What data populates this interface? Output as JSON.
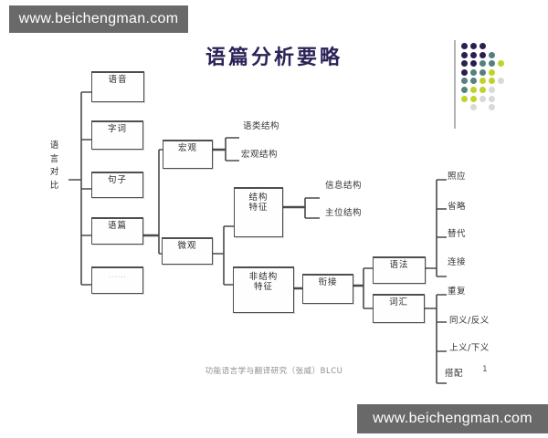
{
  "watermarks": {
    "top_left": "www.beichengman.com",
    "bottom_right": "www.beichengman.com"
  },
  "slide": {
    "title": "语篇分析要略",
    "side_label": "语言对比",
    "caption": "功能语言学与翻译研究（张威）BLCU",
    "page_number": "1"
  },
  "diagram": {
    "boxes": {
      "yuyin": "语音",
      "zici": "字词",
      "juzi": "句子",
      "yupian": "语篇",
      "placeholder": "……",
      "hongguan": "宏观",
      "weiguan": "微观",
      "jiegou_tezheng_line1": "结构",
      "jiegou_tezheng_line2": "特征",
      "fei_jiegou_tezheng_line1": "非结构",
      "fei_jiegou_tezheng_line2": "特征",
      "xianjie": "衔接",
      "yufa": "语法",
      "cihui": "词汇"
    },
    "leaves": {
      "yulei_jiegou": "语类结构",
      "hongguan_jiegou": "宏观结构",
      "xinxi_jiegou": "信息结构",
      "zhuwei_jiegou": "主位结构",
      "zhaoying": "照应",
      "shenglue": "省略",
      "tidai": "替代",
      "lianjie": "连接",
      "chongfu": "重复",
      "tongyi_fanyi": "同义/反义",
      "shangyi_xiayi": "上义/下义",
      "dapei": "搭配"
    }
  },
  "logo": {
    "palette": {
      "P": "#2a1f4e",
      "T": "#53827e",
      "Y": "#c0d32b",
      "G": "#d9d9d9"
    },
    "grid": [
      "PPP..",
      "PPPT.",
      "PPTTY",
      "PTTY.",
      "TTYYG",
      "TYYG.",
      "YYGG.",
      ".G.G."
    ]
  },
  "colors": {
    "title": "#2b2358",
    "watermark_bg": "#696969",
    "line": "#4a4a4a"
  }
}
